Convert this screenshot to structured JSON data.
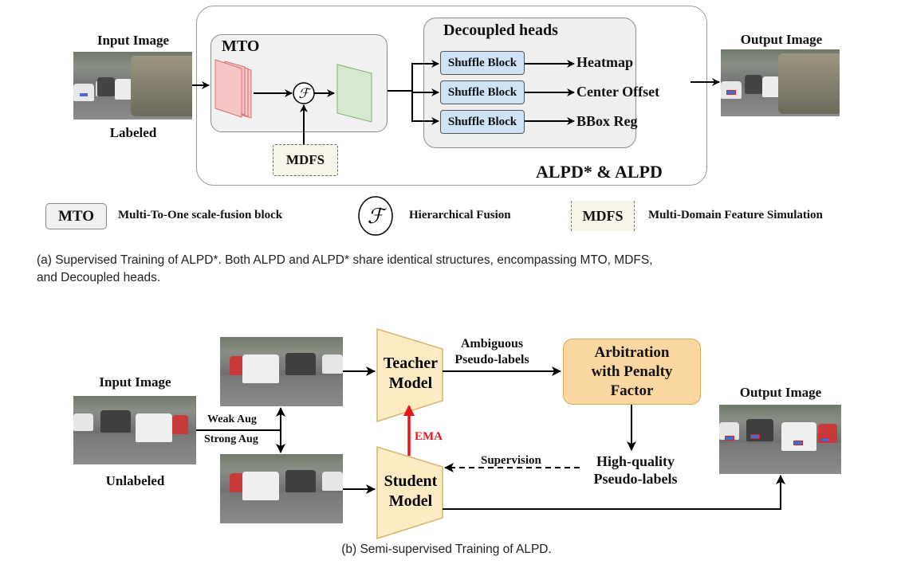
{
  "panel_a": {
    "input_label": "Input Image",
    "input_sublabel": "Labeled",
    "output_label": "Output Image",
    "mto_title": "MTO",
    "fusion_symbol": "ℱ",
    "mdfs_label": "MDFS",
    "heads_title": "Decoupled heads",
    "heads": [
      {
        "block": "Shuffle Block",
        "output": "Heatmap"
      },
      {
        "block": "Shuffle Block",
        "output": "Center Offset"
      },
      {
        "block": "Shuffle Block",
        "output": "BBox Reg"
      }
    ],
    "model_label": "ALPD* & ALPD",
    "legend": [
      {
        "symbol": "MTO",
        "text": "Multi-To-One scale-fusion block"
      },
      {
        "symbol": "ℱ",
        "text": "Hierarchical Fusion"
      },
      {
        "symbol": "MDFS",
        "text": "Multi-Domain Feature Simulation"
      }
    ],
    "caption_line1": "(a) Supervised Training of ALPD*. Both ALPD and ALPD* share identical structures, encompassing MTO, MDFS,",
    "caption_line2": "and Decoupled heads."
  },
  "panel_b": {
    "input_label": "Input Image",
    "input_sublabel": "Unlabeled",
    "weak_aug": "Weak Aug",
    "strong_aug": "Strong Aug",
    "teacher_line1": "Teacher",
    "teacher_line2": "Model",
    "student_line1": "Student",
    "student_line2": "Model",
    "ema_label": "EMA",
    "ambiguous_line1": "Ambiguous",
    "ambiguous_line2": "Pseudo-labels",
    "arbitration_line1": "Arbitration",
    "arbitration_line2": "with Penalty",
    "arbitration_line3": "Factor",
    "high_quality_line1": "High-quality",
    "high_quality_line2": "Pseudo-labels",
    "supervision_label": "Supervision",
    "output_label": "Output Image",
    "caption": "(b) Semi-supervised Training of ALPD."
  },
  "colors": {
    "ema_arrow": "#e8141b",
    "model_fill": "#fdebc4",
    "model_stroke": "#d9b46a",
    "arbitration_fill": "#fad7a0",
    "shuffle_fill": "#cfe3f7",
    "feature_red": "#f6c6c6",
    "feature_green": "#d6e8d0"
  }
}
